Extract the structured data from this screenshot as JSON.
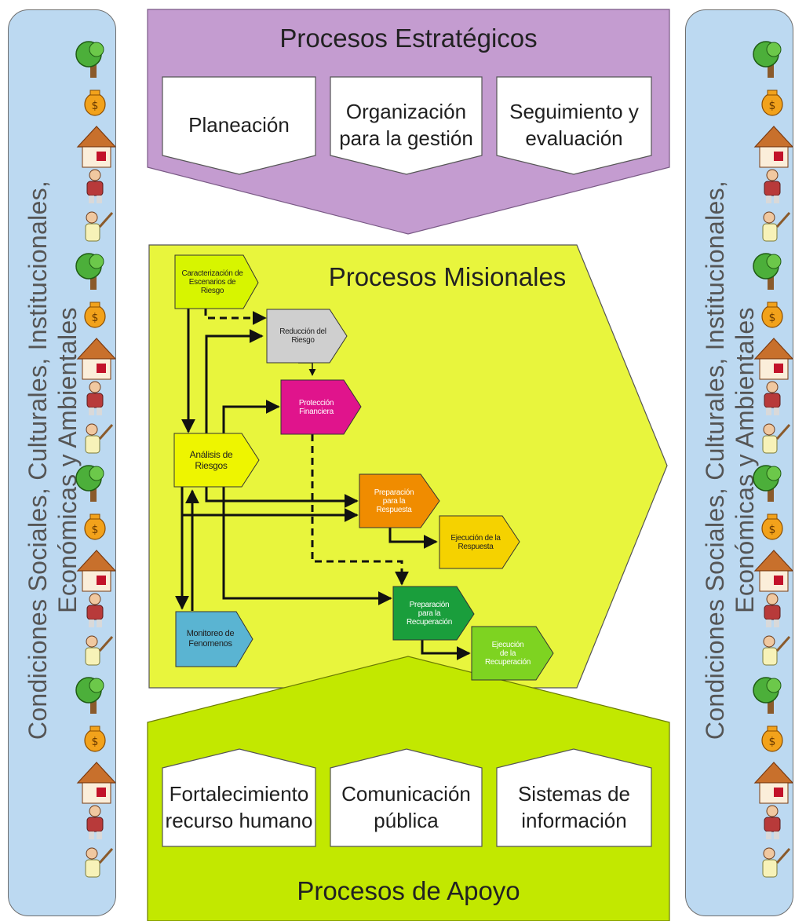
{
  "side_label": {
    "line1": "Condiciones Sociales, Culturales, Institucionales,",
    "line2": "Económicas y Ambientales"
  },
  "side_icons": [
    "tree-icon",
    "money-bag-icon",
    "house-icon",
    "person-icon",
    "worker-icon"
  ],
  "strategic": {
    "title": "Procesos Estratégicos",
    "boxes": [
      "Planeación",
      "Organización\npara la gestión",
      "Seguimiento y\nevaluación"
    ],
    "color": "#c49cd0"
  },
  "missional": {
    "title": "Procesos Misionales",
    "color": "#e8f53d",
    "nodes": {
      "caracterizacion": "Caracterización de\nEscenarios de\nRiesgo",
      "reduccion": "Reducción del\nRiesgo",
      "proteccion": "Protección\nFinanciera",
      "analisis": "Análisis de\nRiesgos",
      "preparacion_respuesta": "Preparación\npara la\nRespuesta",
      "ejecucion_respuesta": "Ejecución de la\nRespuesta",
      "preparacion_recuperacion": "Preparación\npara la\nRecuperación",
      "ejecucion_recuperacion": "Ejecución\nde la\nRecuperación",
      "monitoreo": "Monitoreo de\nFenomenos"
    },
    "node_colors": {
      "caracterizacion": "#d7f500",
      "reduccion": "#cfcfcf",
      "proteccion": "#e0148c",
      "analisis": "#eef500",
      "preparacion_respuesta": "#f08c00",
      "ejecucion_respuesta": "#f5d200",
      "preparacion_recuperacion": "#1a9e3c",
      "ejecucion_recuperacion": "#7ed321",
      "monitoreo": "#5ab4d2"
    }
  },
  "support": {
    "title": "Procesos de Apoyo",
    "boxes": [
      "Fortalecimiento\nrecurso humano",
      "Comunicación\npública",
      "Sistemas de\ninformación"
    ],
    "color": "#c2e800"
  }
}
